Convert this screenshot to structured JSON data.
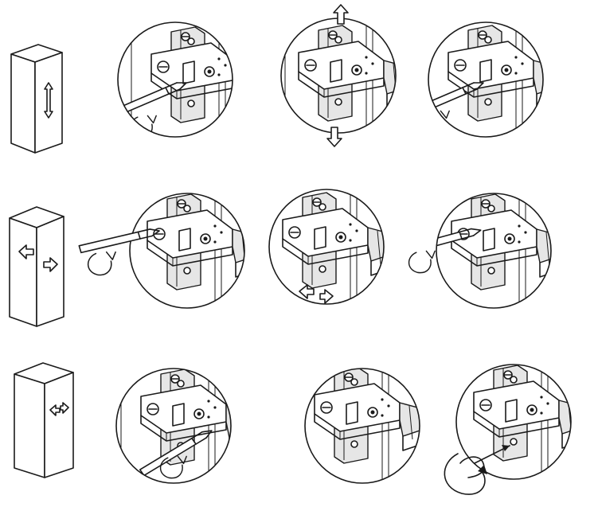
{
  "figure": {
    "background": "#ffffff",
    "line_color": "#1a1a1a",
    "steps": [
      {
        "row": 1,
        "adjustment": "vertical",
        "cabinet_indicator": "up-down-arrow-icon",
        "panels": [
          "screwdriver-loosen",
          "move-up-down",
          "screwdriver-tighten"
        ]
      },
      {
        "row": 2,
        "adjustment": "horizontal",
        "cabinet_indicator": "left-right-arrows-icon",
        "panels": [
          "screwdriver-turn",
          "move-left-right",
          "screwdriver-turn"
        ]
      },
      {
        "row": 3,
        "adjustment": "depth",
        "cabinet_indicator": "in-out-arrows-icon",
        "panels": [
          "screwdriver-turn",
          "hinge-detail",
          "rotate-screw"
        ]
      }
    ]
  }
}
